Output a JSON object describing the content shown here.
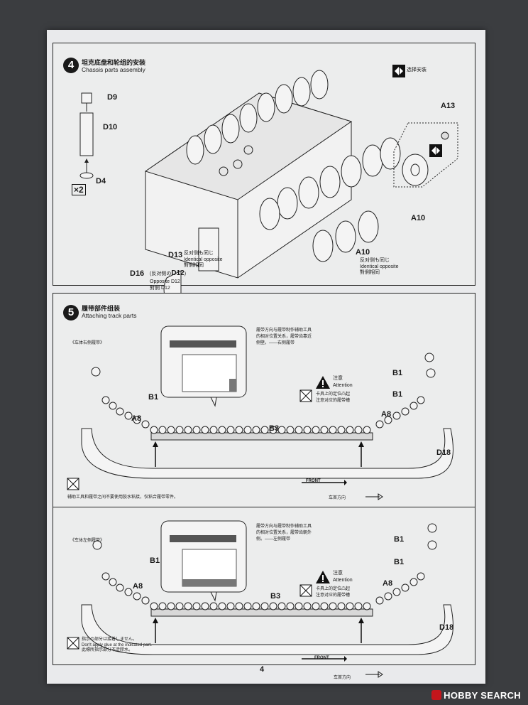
{
  "page_number": "4",
  "watermark": "HOBBY SEARCH",
  "step4": {
    "number": "4",
    "title_zh": "坦克底盘和轮组的安装",
    "title_en": "Chassis parts assembly",
    "select_label": "选择安装",
    "parts": {
      "d9": "D9",
      "d10": "D10",
      "d4": "D4",
      "x2": "×2",
      "a13": "A13",
      "a10_upper": "A10",
      "a10_lower": "A10",
      "d13": "D13",
      "d16": "D16"
    },
    "d16_note_prefix": "(反对侧の",
    "d16_note_part": "D12",
    "d16_note_suffix": ")",
    "opposite_d12_en": "Opposite D12",
    "opposite_d12_zh": "對側 D12",
    "identical_note_1": [
      "反对侧も同じ",
      "Identical opposite",
      "對側相同"
    ],
    "identical_note_2": [
      "反对侧も同じ",
      "Identical opposite",
      "對側相同"
    ]
  },
  "step5": {
    "number": "5",
    "title_zh": "履带部件组装",
    "title_en": "Attaching track parts",
    "right_track": {
      "side_label": "《车体右侧履带》",
      "callout": [
        "履带方向与履带制作辅助工具",
        "的相对位置关系，履带齿靠近",
        "侧壁。——右侧履带"
      ],
      "attention_zh": "注意",
      "attention_en": "Attention",
      "attention_note": [
        "卡具上的定位凸起",
        "注意对应的履带槽"
      ],
      "parts": {
        "b1_left": "B1",
        "a8_left": "A8",
        "b3": "B3",
        "b1_right_1": "B1",
        "b1_right_2": "B1",
        "a8_right": "A8",
        "d18": "D18"
      },
      "front_label": "FRONT",
      "direction_label": "车首方向",
      "glue_note": "辅助工具和履带之间不要使用胶水粘接，仅粘合履带零件。"
    },
    "left_track": {
      "side_label": "《车体左侧履带》",
      "callout": [
        "履带方向与履带制作辅助工具",
        "的相对位置关系，履带齿朝外",
        "侧。——左侧履带"
      ],
      "attention_zh": "注意",
      "attention_en": "Attention",
      "attention_note": [
        "卡具上的定位凸起",
        "注意对应的履带槽"
      ],
      "parts": {
        "b1_left": "B1",
        "a8_left": "A8",
        "b3": "B3",
        "b1_right_1": "B1",
        "b1_right_2": "B1",
        "a8_right": "A8",
        "d18": "D18"
      },
      "front_label": "FRONT",
      "direction_label": "车首方向",
      "glue_note": [
        "指示の部分は接着しません。",
        "Don't apply glue at the indicated part.",
        "此標所指示部分不塗膠水。"
      ]
    }
  }
}
